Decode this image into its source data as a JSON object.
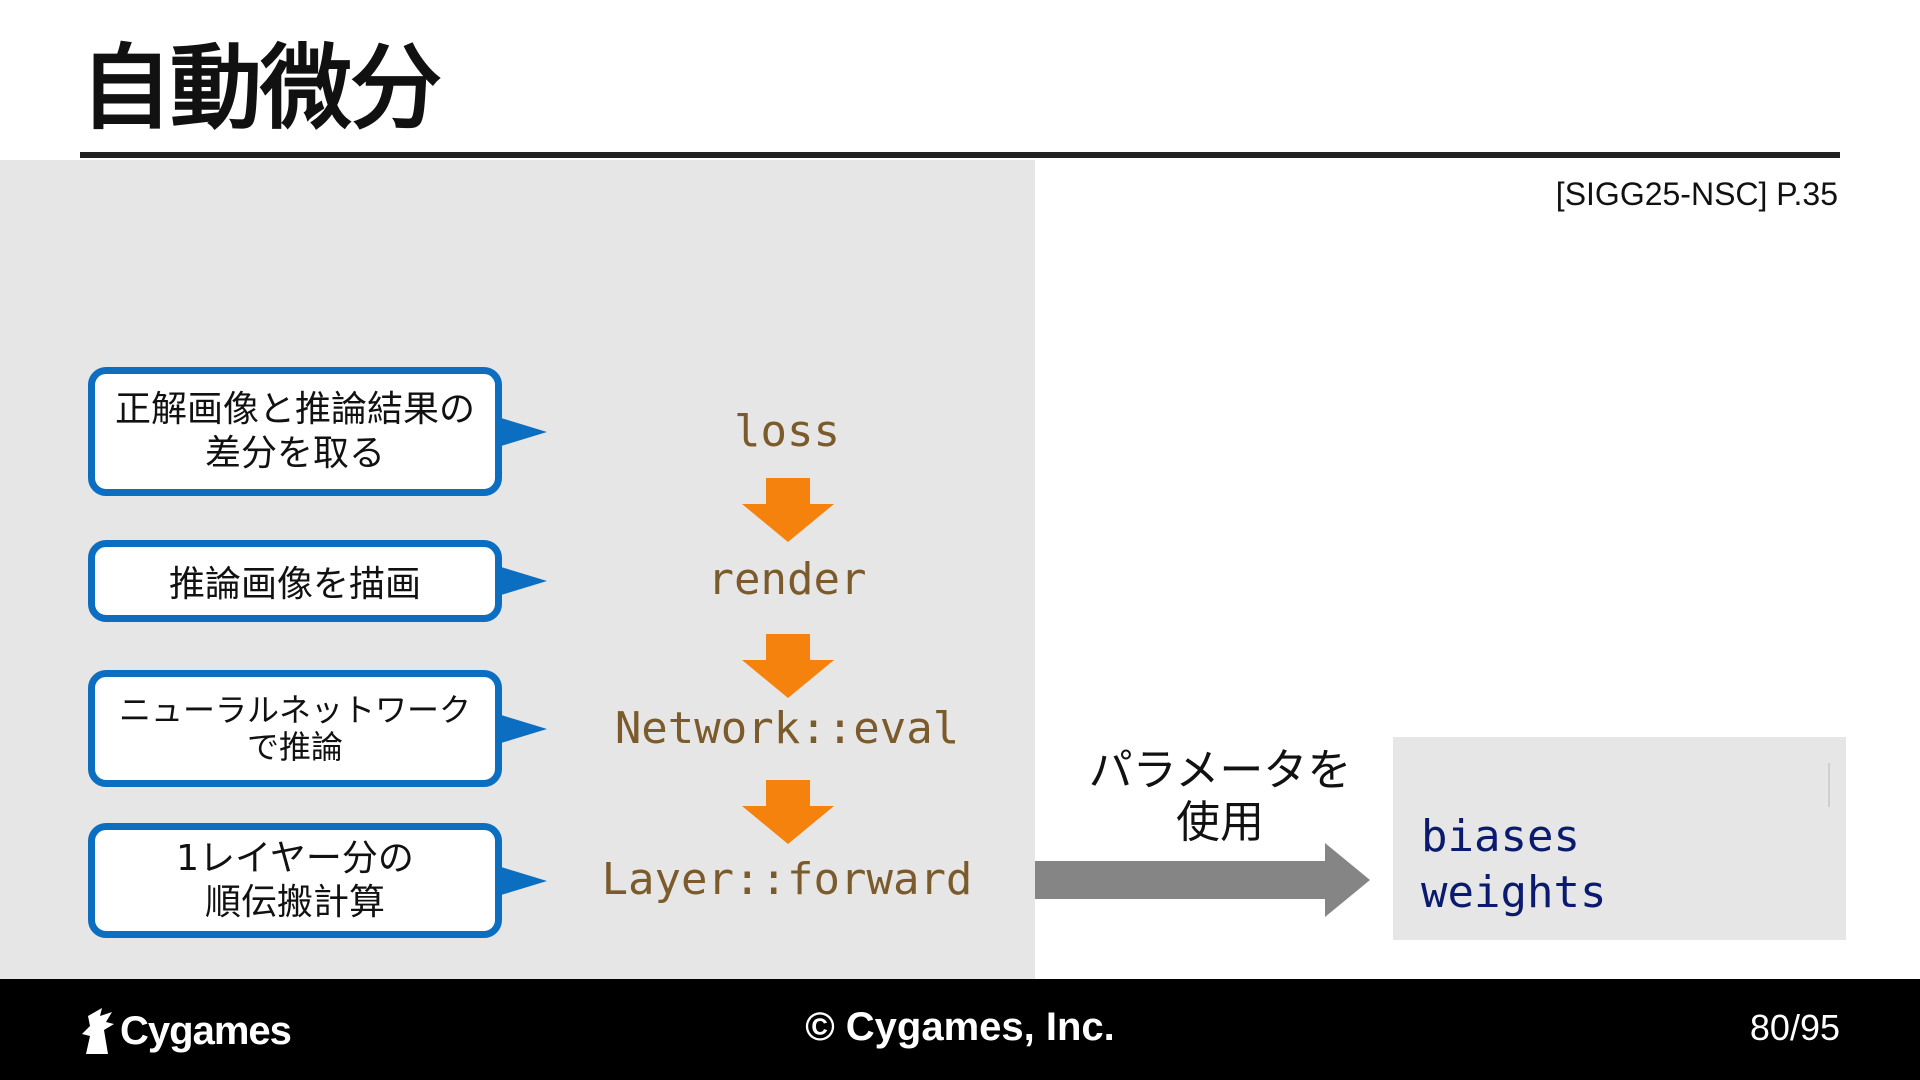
{
  "slide": {
    "title": "自動微分",
    "reference": "[SIGG25-NSC] P.35"
  },
  "callouts": [
    {
      "text": "正解画像と推論結果の\n差分を取る"
    },
    {
      "text": "推論画像を描画"
    },
    {
      "text": "ニューラルネットワーク\nで推論"
    },
    {
      "text": "1レイヤー分の\n順伝搬計算"
    }
  ],
  "flow": {
    "steps": [
      "loss",
      "render",
      "Network::eval",
      "Layer::forward"
    ]
  },
  "parameters": {
    "label": "パラメータを\n使用",
    "items": [
      "biases",
      "weights"
    ]
  },
  "footer": {
    "logo_text": "Cygames",
    "copyright": "© Cygames, Inc.",
    "page": "80/95"
  },
  "colors": {
    "callout_border": "#0b6ec0",
    "flow_arrow": "#f5820d",
    "code_text": "#7b5a2b",
    "param_text": "#0a1a6e",
    "big_arrow": "#858585"
  }
}
